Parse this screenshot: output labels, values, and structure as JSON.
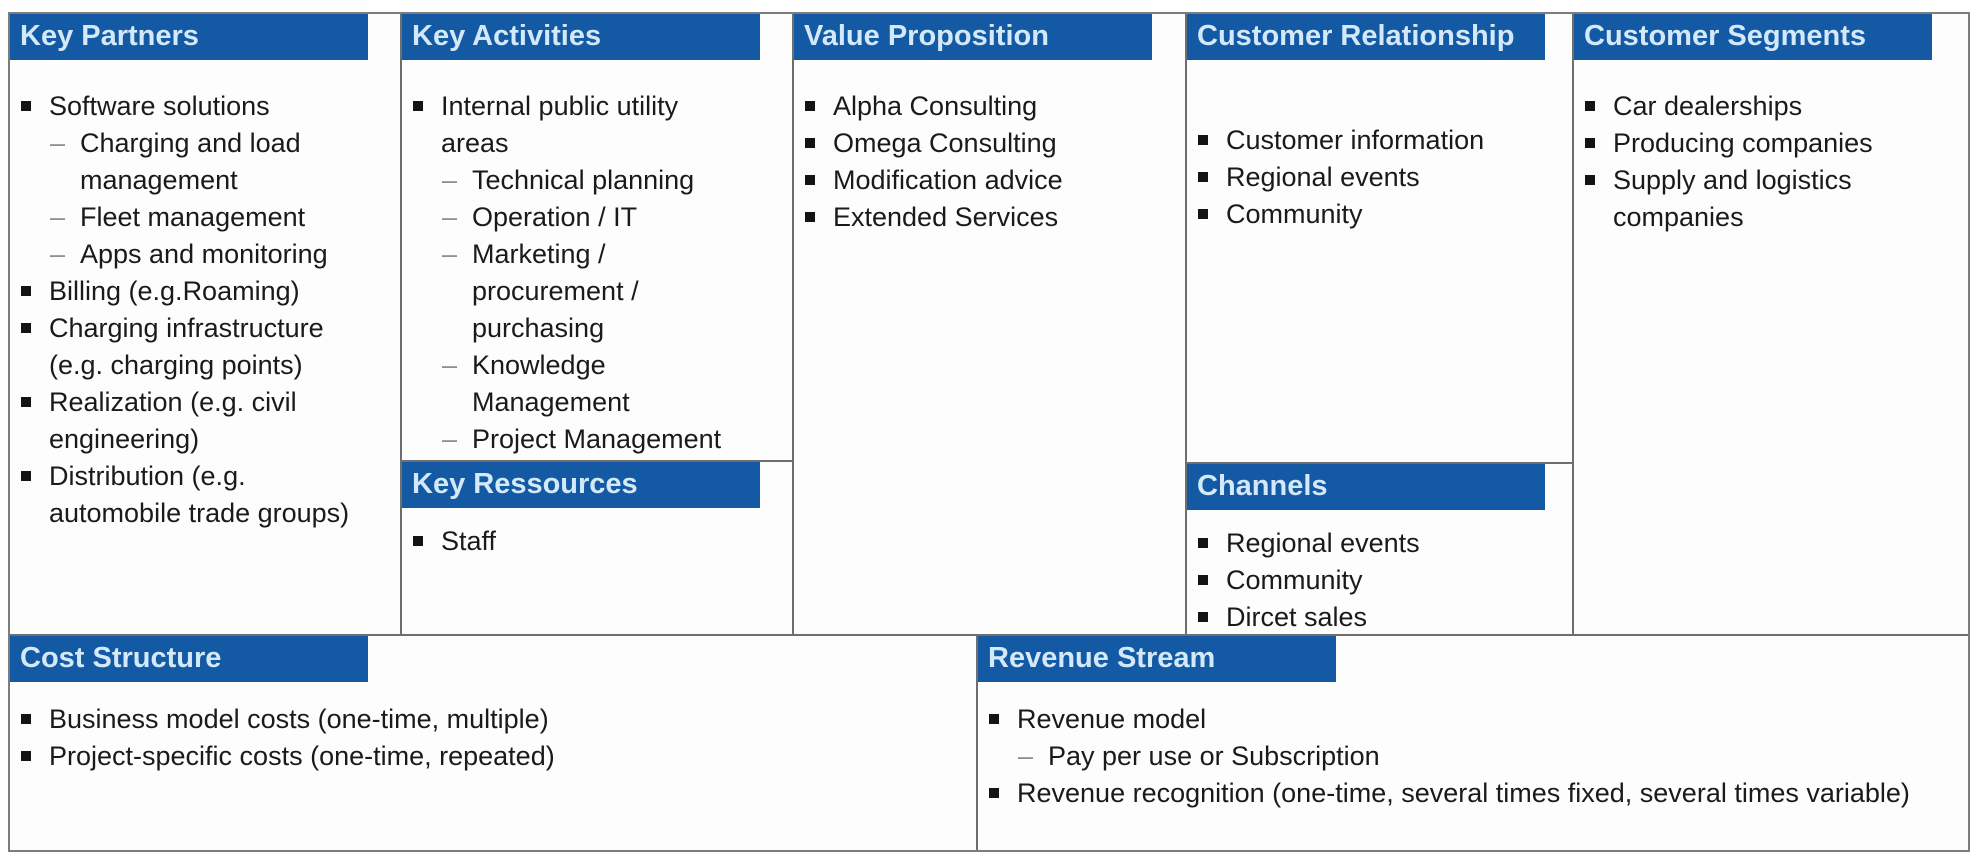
{
  "theme": {
    "header_bg": "#1459a4",
    "header_text_color": "#d3e9fa",
    "body_text_color": "#1a1a1a",
    "border_color": "#6e6e6e",
    "bullet_color": "#141414",
    "dash_color": "#8f8f8f"
  },
  "sections": {
    "key_partners": {
      "title": "Key Partners",
      "items": [
        {
          "level": 1,
          "text": "Software solutions"
        },
        {
          "level": 2,
          "text": "Charging and load management"
        },
        {
          "level": 2,
          "text": "Fleet management"
        },
        {
          "level": 2,
          "text": "Apps and monitoring"
        },
        {
          "level": 1,
          "text": "Billing (e.g.Roaming)"
        },
        {
          "level": 1,
          "text": "Charging infrastructure (e.g. charging points)"
        },
        {
          "level": 1,
          "text": "Realization (e.g. civil engineering)"
        },
        {
          "level": 1,
          "text": "Distribution (e.g. automobile trade groups)"
        }
      ]
    },
    "key_activities": {
      "title": "Key Activities",
      "items": [
        {
          "level": 1,
          "text": "Internal public utility areas"
        },
        {
          "level": 2,
          "text": "Technical planning"
        },
        {
          "level": 2,
          "text": "Operation / IT"
        },
        {
          "level": 2,
          "text": "Marketing / procurement / purchasing"
        },
        {
          "level": 2,
          "text": "Knowledge Management"
        },
        {
          "level": 2,
          "text": "Project Management"
        }
      ]
    },
    "key_ressources": {
      "title": "Key Ressources",
      "items": [
        {
          "level": 1,
          "text": "Staff"
        }
      ]
    },
    "value_proposition": {
      "title": "Value Proposition",
      "items": [
        {
          "level": 1,
          "text": "Alpha Consulting"
        },
        {
          "level": 1,
          "text": "Omega Consulting"
        },
        {
          "level": 1,
          "text": "Modification advice"
        },
        {
          "level": 1,
          "text": "Extended Services"
        }
      ]
    },
    "customer_relationship": {
      "title": "Customer Relationship",
      "items": [
        {
          "level": 1,
          "text": "Customer information"
        },
        {
          "level": 1,
          "text": "Regional events"
        },
        {
          "level": 1,
          "text": "Community"
        }
      ]
    },
    "channels": {
      "title": "Channels",
      "items": [
        {
          "level": 1,
          "text": "Regional events"
        },
        {
          "level": 1,
          "text": "Community"
        },
        {
          "level": 1,
          "text": "Dircet sales"
        }
      ]
    },
    "customer_segments": {
      "title": "Customer Segments",
      "items": [
        {
          "level": 1,
          "text": "Car dealerships"
        },
        {
          "level": 1,
          "text": "Producing companies"
        },
        {
          "level": 1,
          "text": "Supply and logistics companies"
        }
      ]
    },
    "cost_structure": {
      "title": "Cost Structure",
      "items": [
        {
          "level": 1,
          "text": "Business model costs (one-time, multiple)"
        },
        {
          "level": 1,
          "text": "Project-specific costs (one-time, repeated)"
        }
      ]
    },
    "revenue_stream": {
      "title": "Revenue Stream",
      "items": [
        {
          "level": 1,
          "text": "Revenue model"
        },
        {
          "level": 2,
          "text": "Pay per use or Subscription"
        },
        {
          "level": 1,
          "text": "Revenue recognition (one-time, several times fixed, several times variable)"
        }
      ]
    }
  }
}
